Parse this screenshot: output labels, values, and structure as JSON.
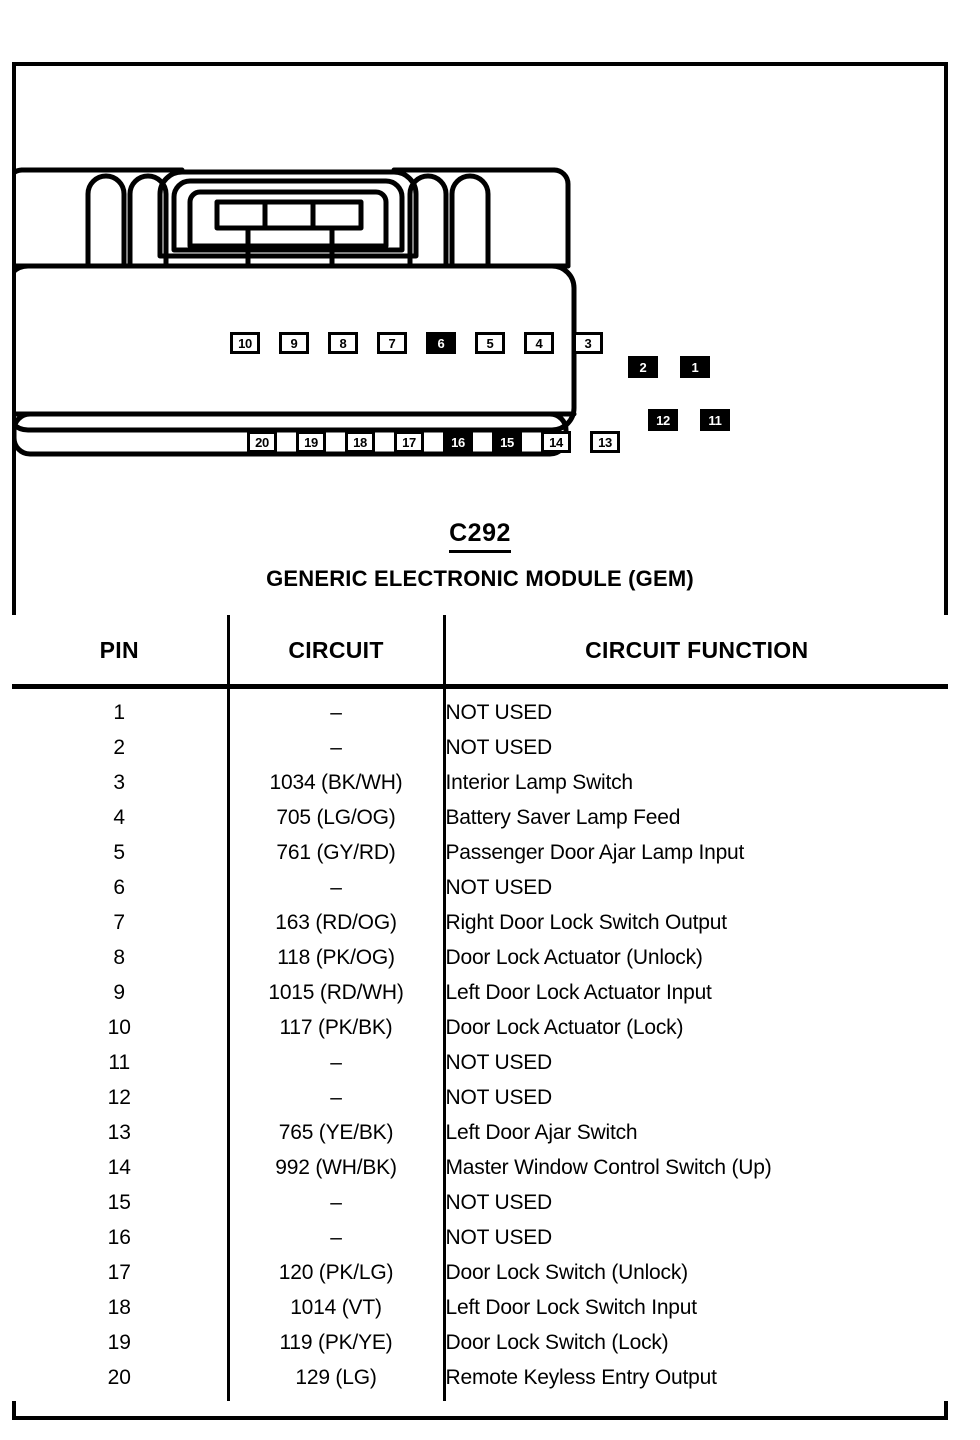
{
  "page": {
    "document_type": "wiring-diagram-connector-pinout"
  },
  "connector": {
    "id": "C292",
    "module_name": "GENERIC ELECTRONIC MODULE (GEM)",
    "top_row_pins": [
      {
        "label": "10",
        "filled": false
      },
      {
        "label": "9",
        "filled": false
      },
      {
        "label": "8",
        "filled": false
      },
      {
        "label": "7",
        "filled": false
      },
      {
        "label": "6",
        "filled": true
      },
      {
        "label": "5",
        "filled": false
      },
      {
        "label": "4",
        "filled": false
      },
      {
        "label": "3",
        "filled": false
      }
    ],
    "top_offset_pins": [
      {
        "label": "2",
        "filled": true
      },
      {
        "label": "1",
        "filled": true
      }
    ],
    "bottom_row_pins": [
      {
        "label": "20",
        "filled": false
      },
      {
        "label": "19",
        "filled": false
      },
      {
        "label": "18",
        "filled": false
      },
      {
        "label": "17",
        "filled": false
      },
      {
        "label": "16",
        "filled": true
      },
      {
        "label": "15",
        "filled": true
      },
      {
        "label": "14",
        "filled": false
      },
      {
        "label": "13",
        "filled": false
      }
    ],
    "bottom_offset_pins": [
      {
        "label": "12",
        "filled": true
      },
      {
        "label": "11",
        "filled": true
      }
    ]
  },
  "table": {
    "headers": [
      "PIN",
      "CIRCUIT",
      "CIRCUIT FUNCTION"
    ],
    "rows": [
      {
        "pin": "1",
        "circuit": "–",
        "function": "NOT USED"
      },
      {
        "pin": "2",
        "circuit": "–",
        "function": "NOT USED"
      },
      {
        "pin": "3",
        "circuit": "1034 (BK/WH)",
        "function": "Interior Lamp Switch"
      },
      {
        "pin": "4",
        "circuit": "705 (LG/OG)",
        "function": "Battery Saver Lamp Feed"
      },
      {
        "pin": "5",
        "circuit": "761 (GY/RD)",
        "function": "Passenger Door Ajar Lamp Input"
      },
      {
        "pin": "6",
        "circuit": "–",
        "function": "NOT USED"
      },
      {
        "pin": "7",
        "circuit": "163 (RD/OG)",
        "function": "Right Door Lock Switch Output"
      },
      {
        "pin": "8",
        "circuit": "118 (PK/OG)",
        "function": "Door Lock Actuator (Unlock)"
      },
      {
        "pin": "9",
        "circuit": "1015 (RD/WH)",
        "function": "Left Door Lock Actuator Input"
      },
      {
        "pin": "10",
        "circuit": "117 (PK/BK)",
        "function": "Door Lock Actuator (Lock)"
      },
      {
        "pin": "11",
        "circuit": "–",
        "function": "NOT USED"
      },
      {
        "pin": "12",
        "circuit": "–",
        "function": "NOT USED"
      },
      {
        "pin": "13",
        "circuit": "765 (YE/BK)",
        "function": "Left Door Ajar Switch"
      },
      {
        "pin": "14",
        "circuit": "992 (WH/BK)",
        "function": "Master Window Control Switch (Up)"
      },
      {
        "pin": "15",
        "circuit": "–",
        "function": "NOT USED"
      },
      {
        "pin": "16",
        "circuit": "–",
        "function": "NOT USED"
      },
      {
        "pin": "17",
        "circuit": "120 (PK/LG)",
        "function": "Door Lock Switch (Unlock)"
      },
      {
        "pin": "18",
        "circuit": "1014 (VT)",
        "function": "Left Door Lock Switch Input"
      },
      {
        "pin": "19",
        "circuit": "119 (PK/YE)",
        "function": "Door Lock Switch (Lock)"
      },
      {
        "pin": "20",
        "circuit": "129 (LG)",
        "function": "Remote Keyless Entry Output"
      }
    ]
  },
  "colors": {
    "ink": "#000000",
    "paper": "#ffffff"
  }
}
